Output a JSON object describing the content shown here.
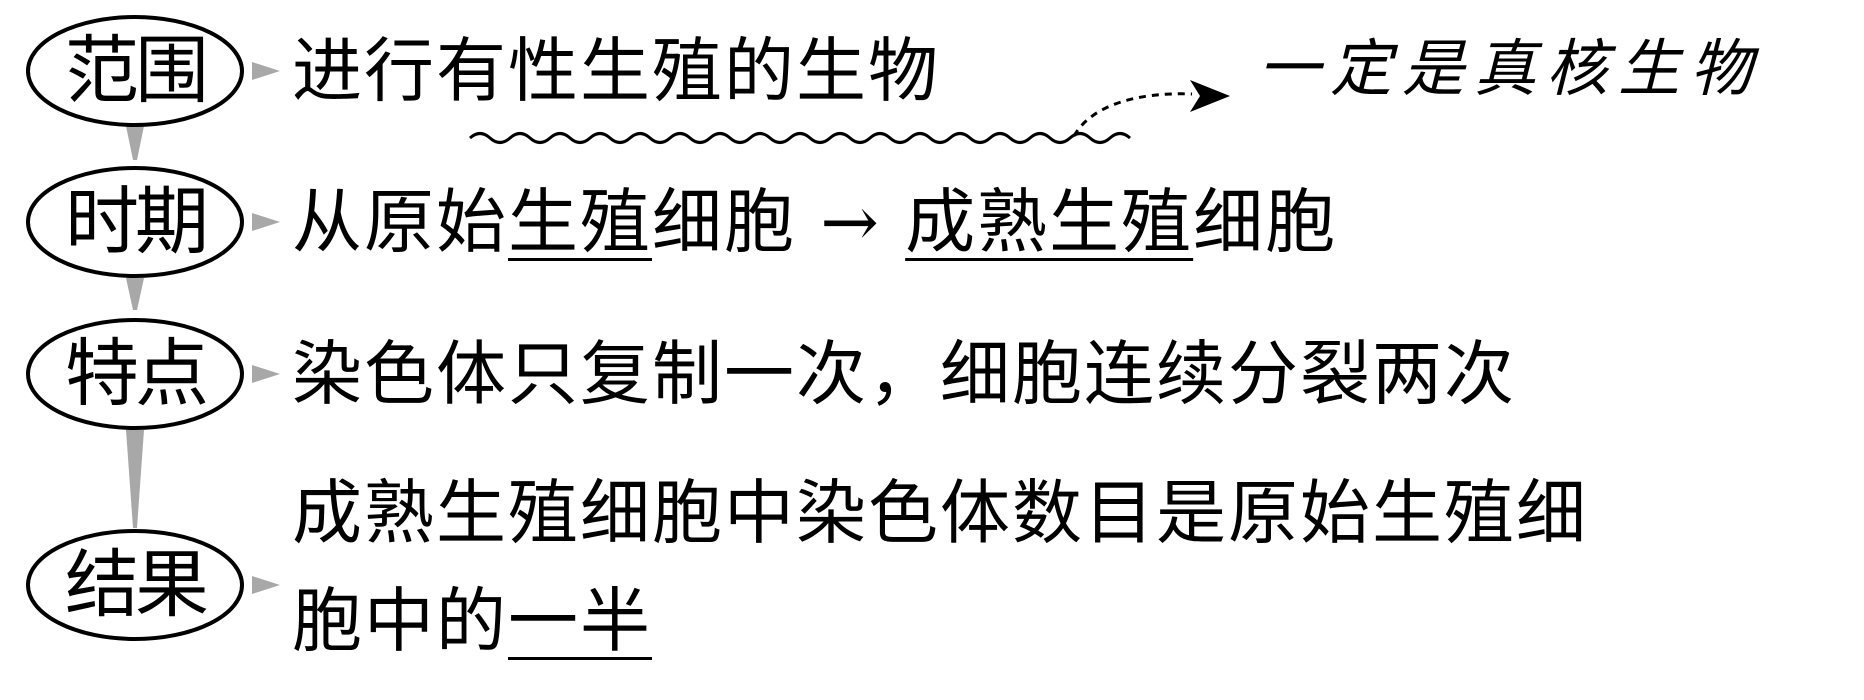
{
  "rows": [
    {
      "label": "范围",
      "text": "进行有性生殖的生物"
    },
    {
      "label": "时期",
      "parts": [
        "从原始",
        "生殖",
        "细胞 → ",
        "成熟生殖",
        "细胞"
      ]
    },
    {
      "label": "特点",
      "text": "染色体只复制一次，细胞连续分裂两次"
    },
    {
      "label": "结果",
      "line1": "成熟生殖细胞中染色体数目是原始生殖细",
      "line2_prefix": "胞中的",
      "line2_blank": "一半"
    }
  ],
  "annotation": {
    "text": "一定是真核生物"
  }
}
